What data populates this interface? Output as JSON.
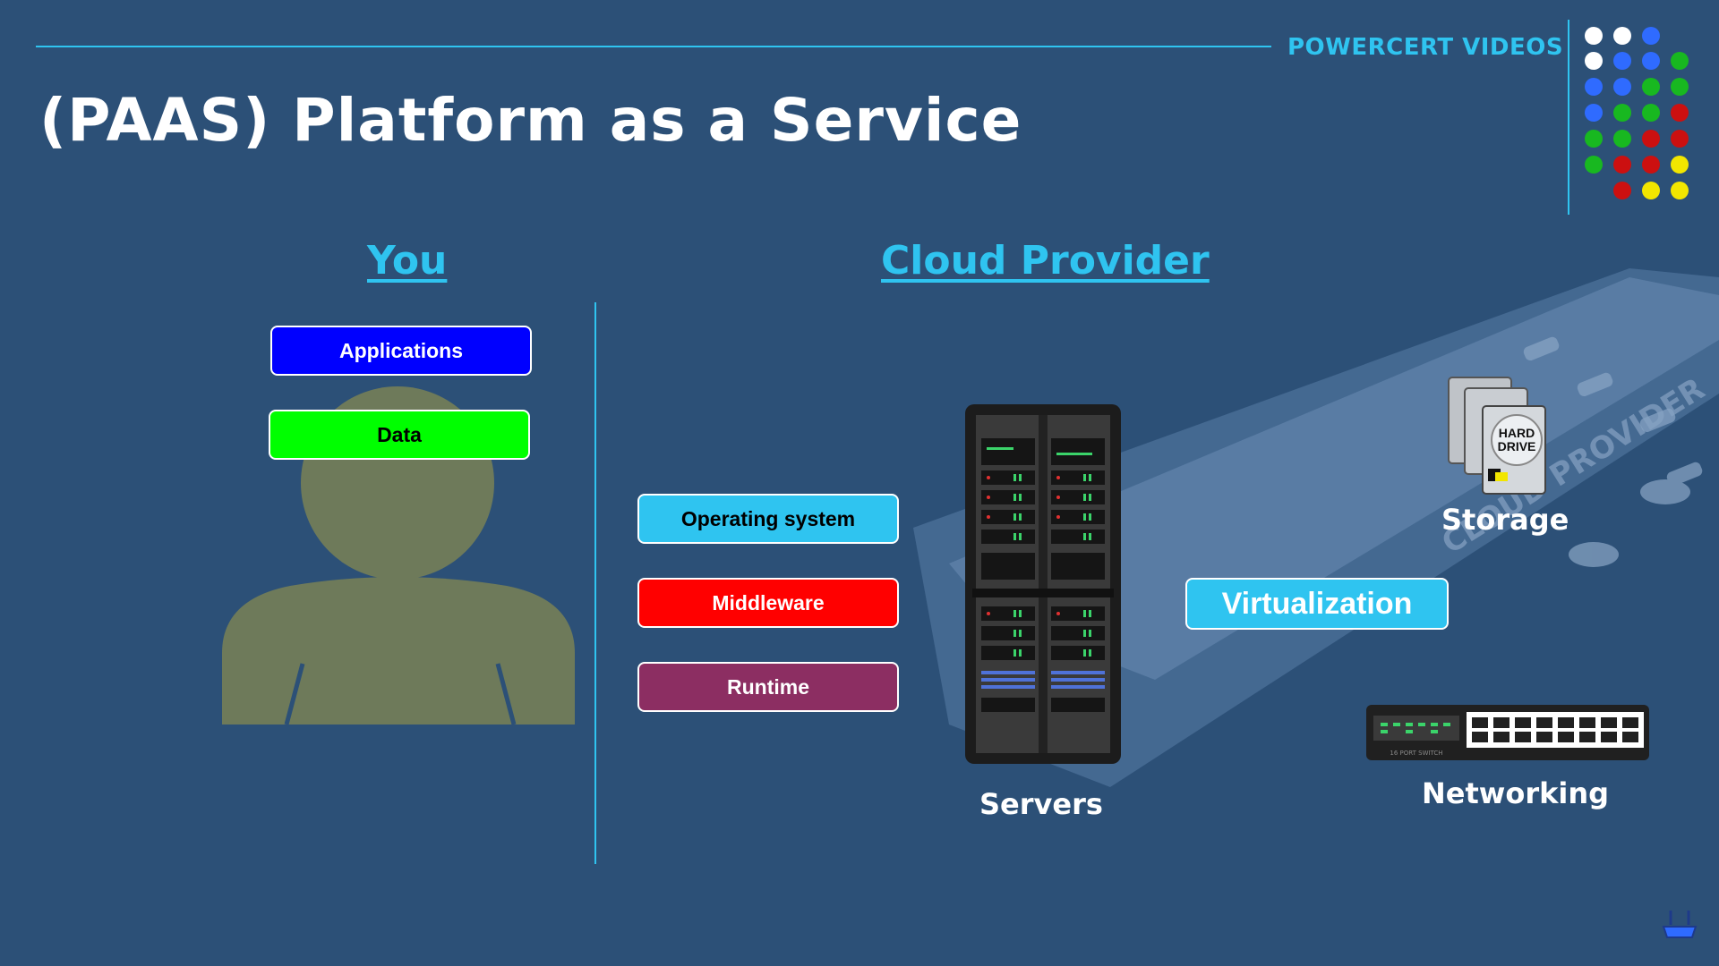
{
  "header": {
    "title": "(PAAS)  Platform as a Service",
    "brand": "POWERCERT VIDEOS"
  },
  "columns": {
    "you_heading": "You",
    "provider_heading": "Cloud Provider"
  },
  "you_layers": [
    {
      "label": "Applications",
      "color": "#0000ff",
      "text_color": "#ffffff"
    },
    {
      "label": "Data",
      "color": "#00ff00",
      "text_color": "#000000"
    }
  ],
  "provider_layers": [
    {
      "label": "Operating system",
      "color": "#2fc4f0",
      "text_color": "#000000"
    },
    {
      "label": "Middleware",
      "color": "#ff0000",
      "text_color": "#ffffff"
    },
    {
      "label": "Runtime",
      "color": "#8c2e62",
      "text_color": "#ffffff"
    }
  ],
  "infrastructure": {
    "servers_label": "Servers",
    "storage_label": "Storage",
    "networking_label": "Networking",
    "virtualization_label": "Virtualization",
    "hard_drive_label_line1": "HARD",
    "hard_drive_label_line2": "DRIVE",
    "platform_label": "CLOUD PROVIDER",
    "switch_label": "16 PORT SWITCH"
  },
  "icons": [
    "person-silhouette-icon",
    "server-rack-icon",
    "hard-drive-icon",
    "network-switch-icon",
    "router-icon"
  ],
  "colors": {
    "background": "#2c5077",
    "accent": "#2fc4f0",
    "person": "#6e7a5a"
  }
}
